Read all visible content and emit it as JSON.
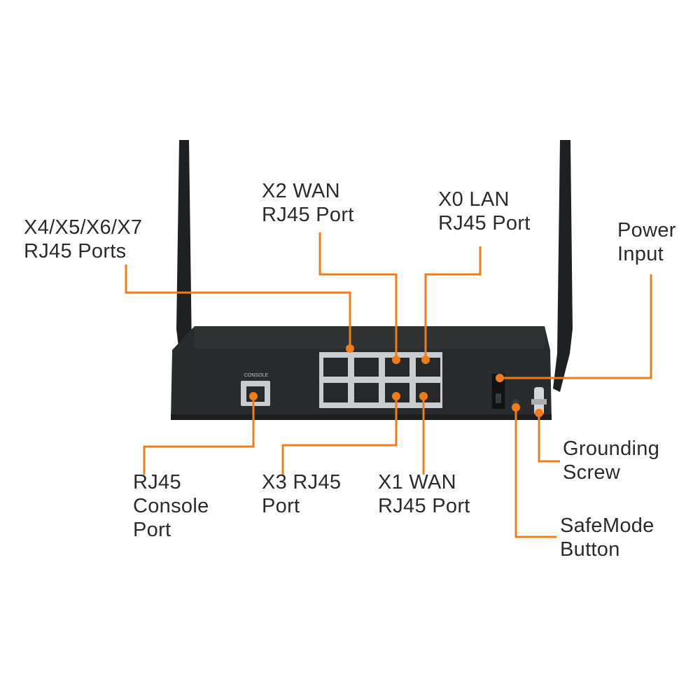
{
  "colors": {
    "leader": "#f07d1a",
    "device": "#2a2b2d",
    "antenna": "#1f2022",
    "port_frame": "#c9ccd0",
    "port_hole": "#26282a",
    "label_text": "#2b2b2b"
  },
  "device": {
    "console_port_text": "CONSOLE"
  },
  "labels": {
    "ports_x4_x7": {
      "line1": "X4/X5/X6/X7",
      "line2": "RJ45 Ports"
    },
    "x2_wan": {
      "line1": "X2 WAN",
      "line2": "RJ45 Port"
    },
    "x0_lan": {
      "line1": "X0 LAN",
      "line2": "RJ45 Port"
    },
    "power": {
      "line1": "Power",
      "line2": "Input"
    },
    "console": {
      "line1": "RJ45",
      "line2": "Console",
      "line3": "Port"
    },
    "x3": {
      "line1": "X3 RJ45",
      "line2": "Port"
    },
    "x1_wan": {
      "line1": "X1 WAN",
      "line2": "RJ45 Port"
    },
    "grounding": {
      "line1": "Grounding",
      "line2": "Screw"
    },
    "safemode": {
      "line1": "SafeMode",
      "line2": "Button"
    }
  }
}
